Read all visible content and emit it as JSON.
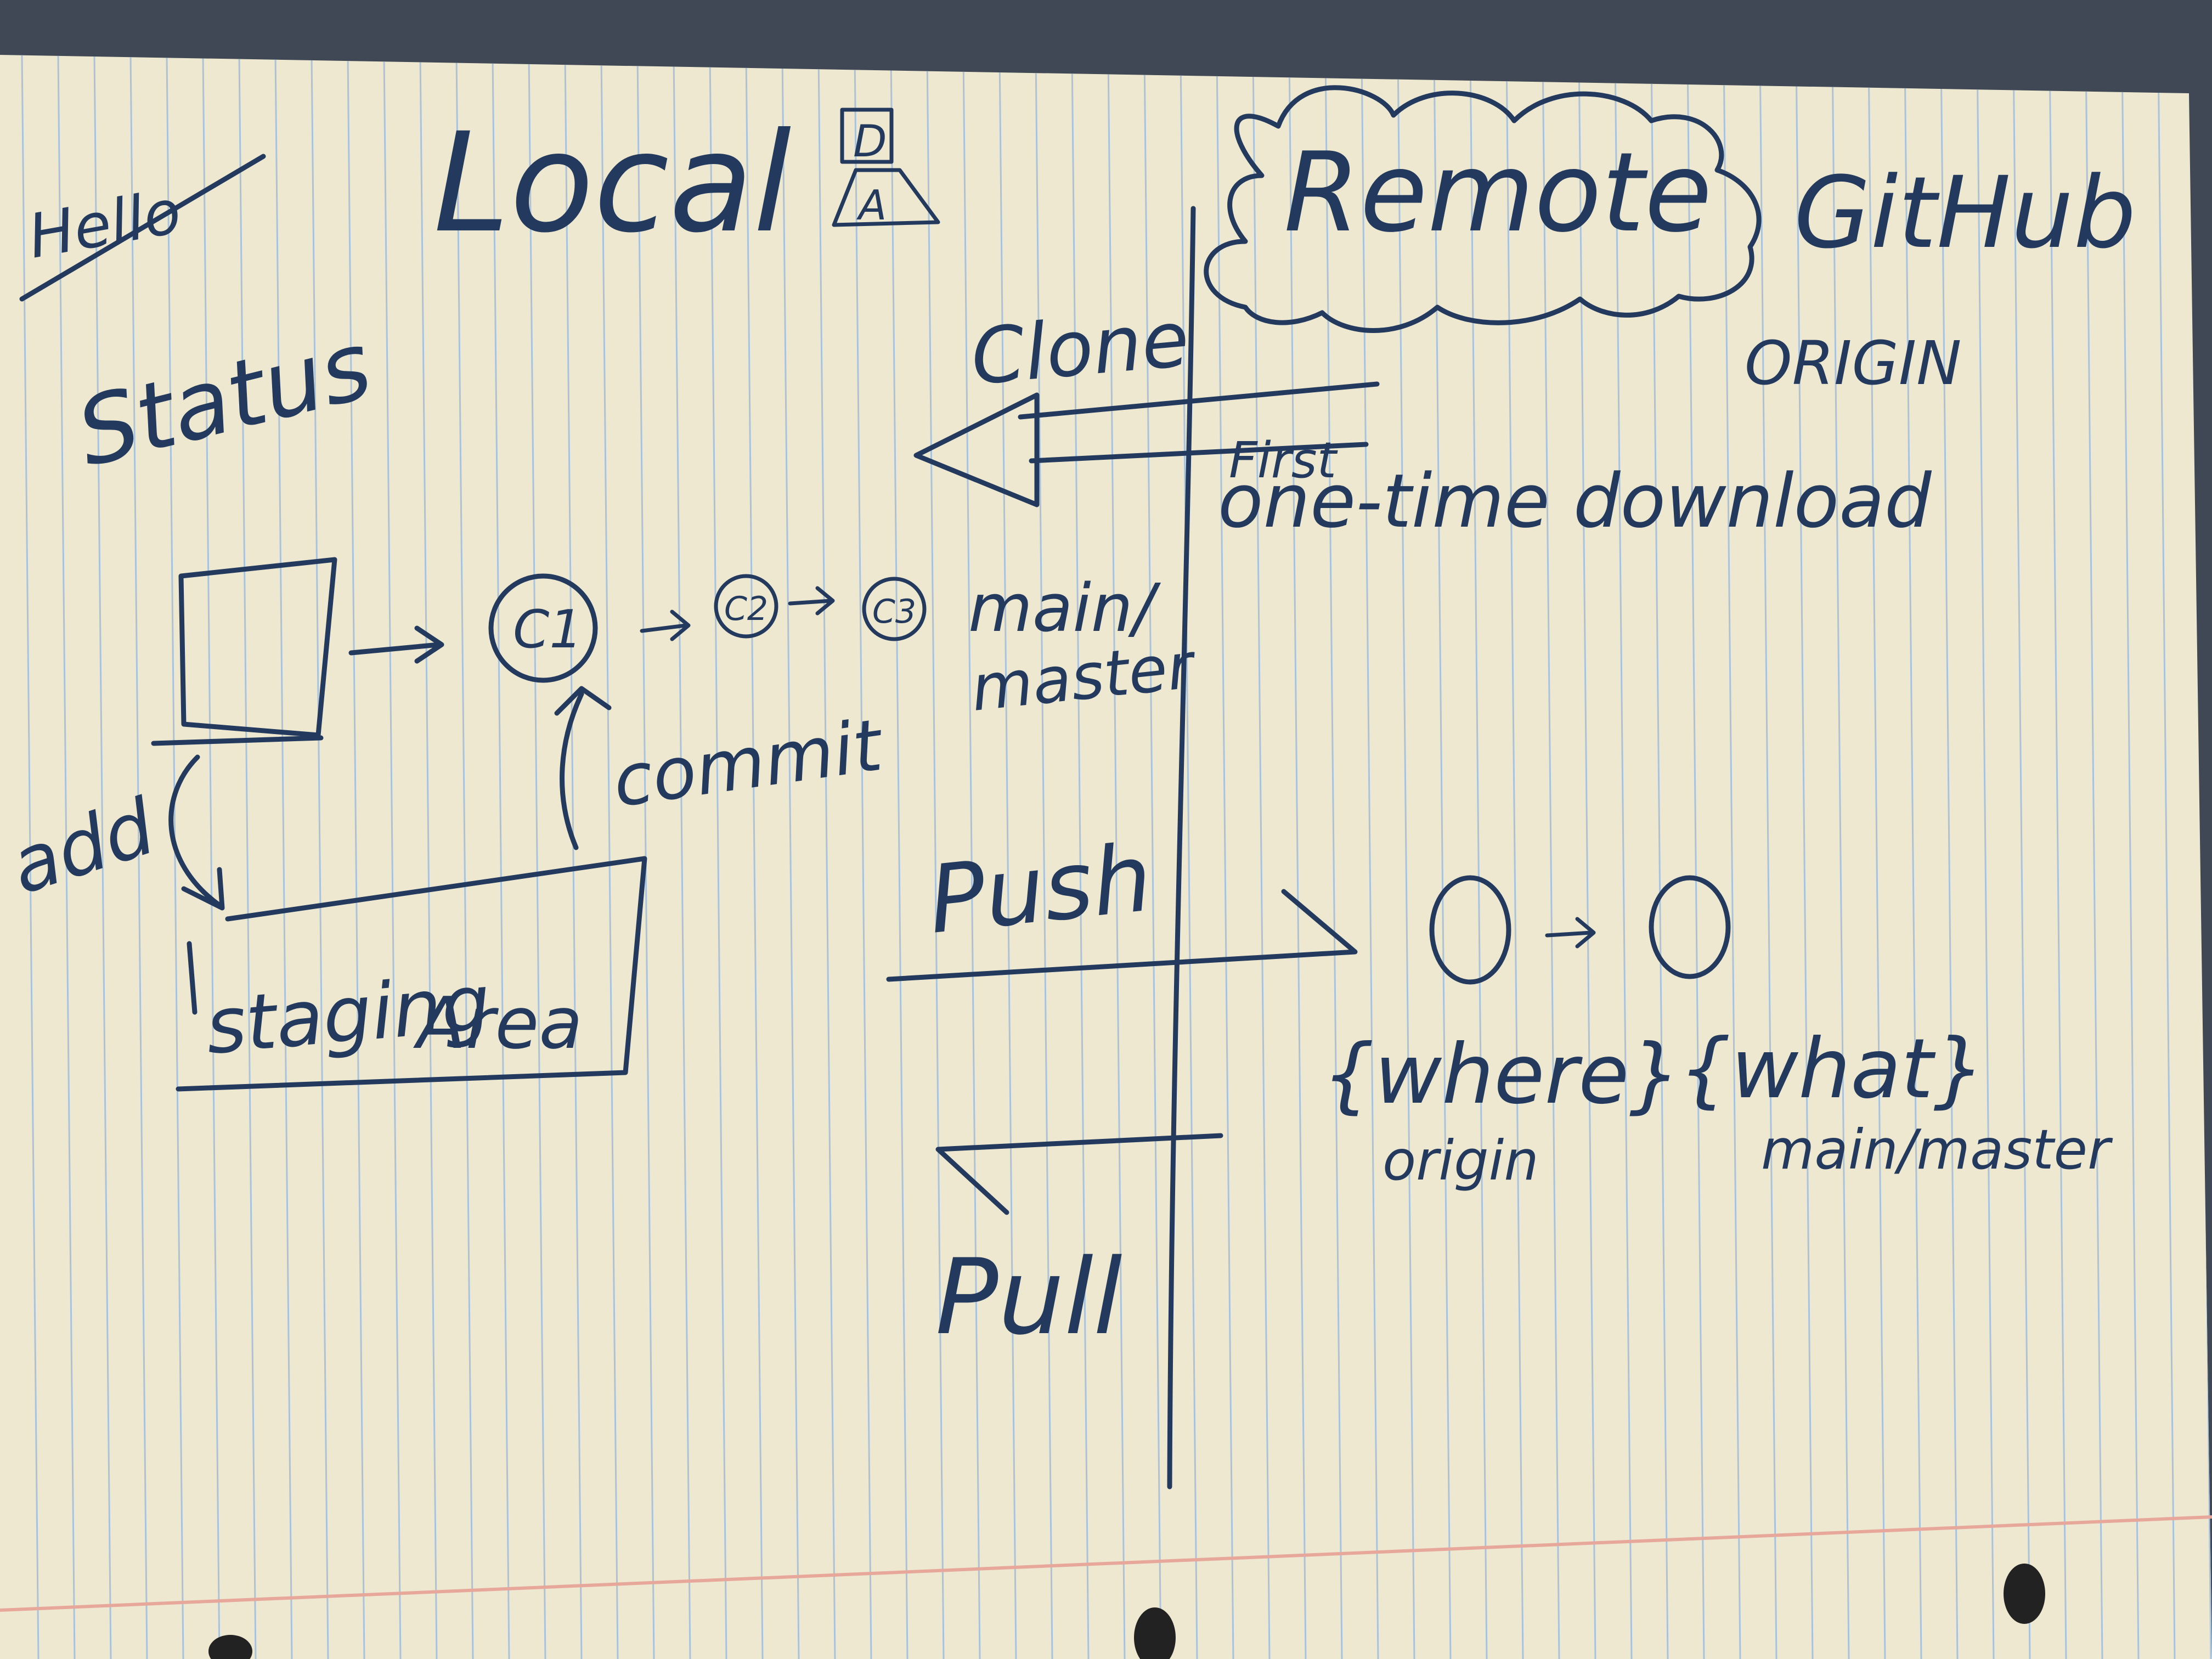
{
  "colors": {
    "background": "#3f4854",
    "paper": "#ede8cf",
    "rule_line": "#a9c3dc",
    "margin_line": "#e7a79a",
    "ink": "#233a5e"
  },
  "labels": {
    "hello_struck": "Hello",
    "local": "Local",
    "db_icon_top": "D",
    "db_icon_bottom": "A",
    "remote": "Remote",
    "github": "GitHub",
    "origin_upper": "ORIGIN",
    "status": "Status",
    "clone": "Clone",
    "first": "First",
    "one_time_download": "one-time download",
    "commit_c1": "C1",
    "commit_c2": "C2",
    "commit_c3": "C3",
    "main_master_line1": "main/",
    "main_master_line2": "master",
    "add": "add",
    "commit": "commit",
    "staging": "staging",
    "area": "Area",
    "push": "Push",
    "where": "{where}",
    "what": "{what}",
    "origin_lower": "origin",
    "main_master_lower": "main/master",
    "pull": "Pull"
  }
}
